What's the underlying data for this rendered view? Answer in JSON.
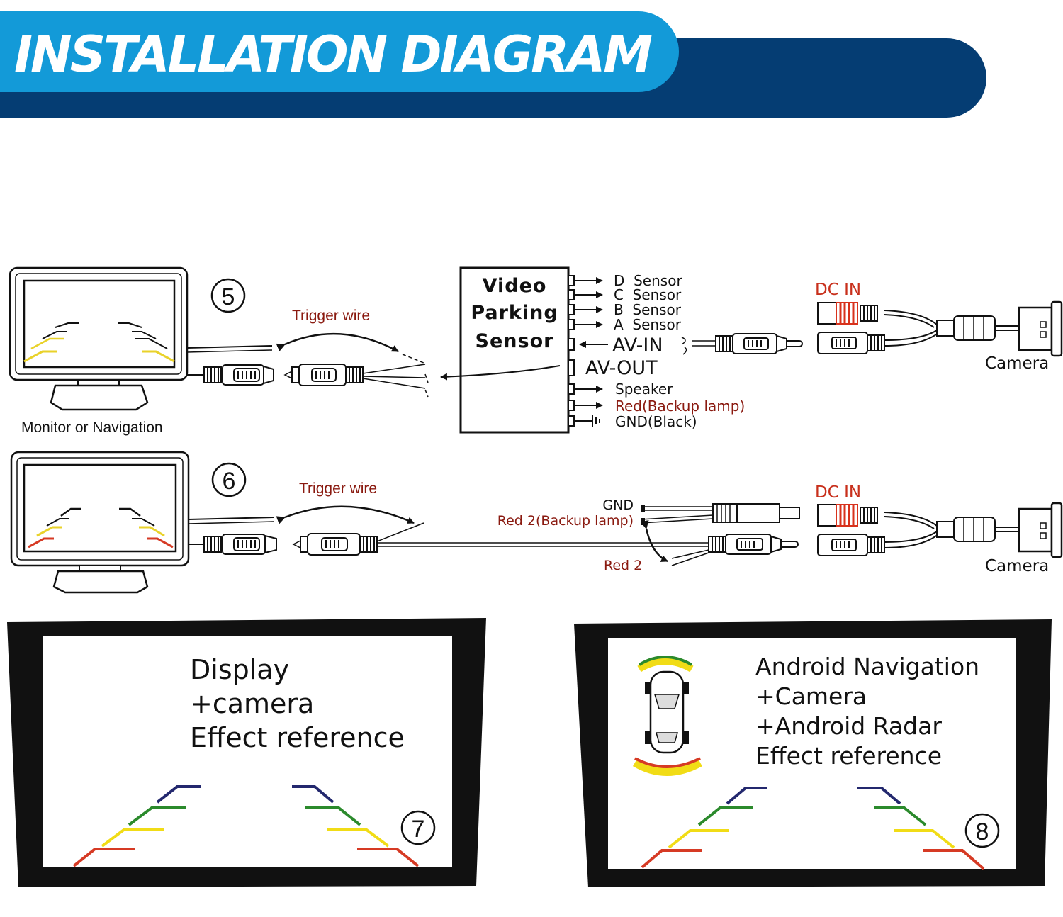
{
  "banner": {
    "title": "INSTALLATION DIAGRAM",
    "colors": {
      "front": "#139ad8",
      "back": "#053d73",
      "text": "#ffffff"
    }
  },
  "diagram5": {
    "step": "5",
    "monitor_caption": "Monitor or Navigation",
    "trigger_label": "Trigger wire",
    "box_lines": [
      "Video",
      "Parking",
      "Sensor"
    ],
    "ports": [
      "D  Sensor",
      "C  Sensor",
      "B  Sensor",
      "A  Sensor",
      "AV-IN",
      "AV-OUT",
      "Speaker",
      "Red(Backup lamp)",
      "GND(Black)"
    ],
    "dc_in": "DC IN",
    "camera": "Camera"
  },
  "diagram6": {
    "step": "6",
    "trigger_label": "Trigger wire",
    "gnd": "GND",
    "red2_backup": "Red 2(Backup lamp)",
    "red2": "Red 2",
    "dc_in": "DC IN",
    "camera": "Camera"
  },
  "display7": {
    "step": "7",
    "lines": [
      "Display",
      "+camera",
      "Effect reference"
    ]
  },
  "display8": {
    "step": "8",
    "lines": [
      "Android Navigation",
      "+Camera",
      "+Android Radar",
      "Effect reference"
    ]
  },
  "guide_colors": {
    "far": "#23286e",
    "mid_far": "#2b8a2c",
    "mid_near": "#f1dc16",
    "near": "#d63a24"
  }
}
